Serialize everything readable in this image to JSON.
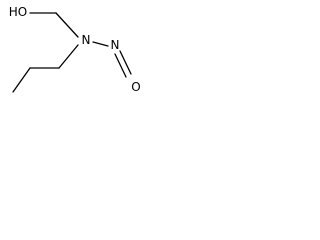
{
  "molecule": {
    "atoms": {
      "hydroxyl": "HO",
      "amine_nitrogen": "N",
      "nitroso_nitrogen": "N",
      "nitroso_oxygen": "O"
    }
  }
}
